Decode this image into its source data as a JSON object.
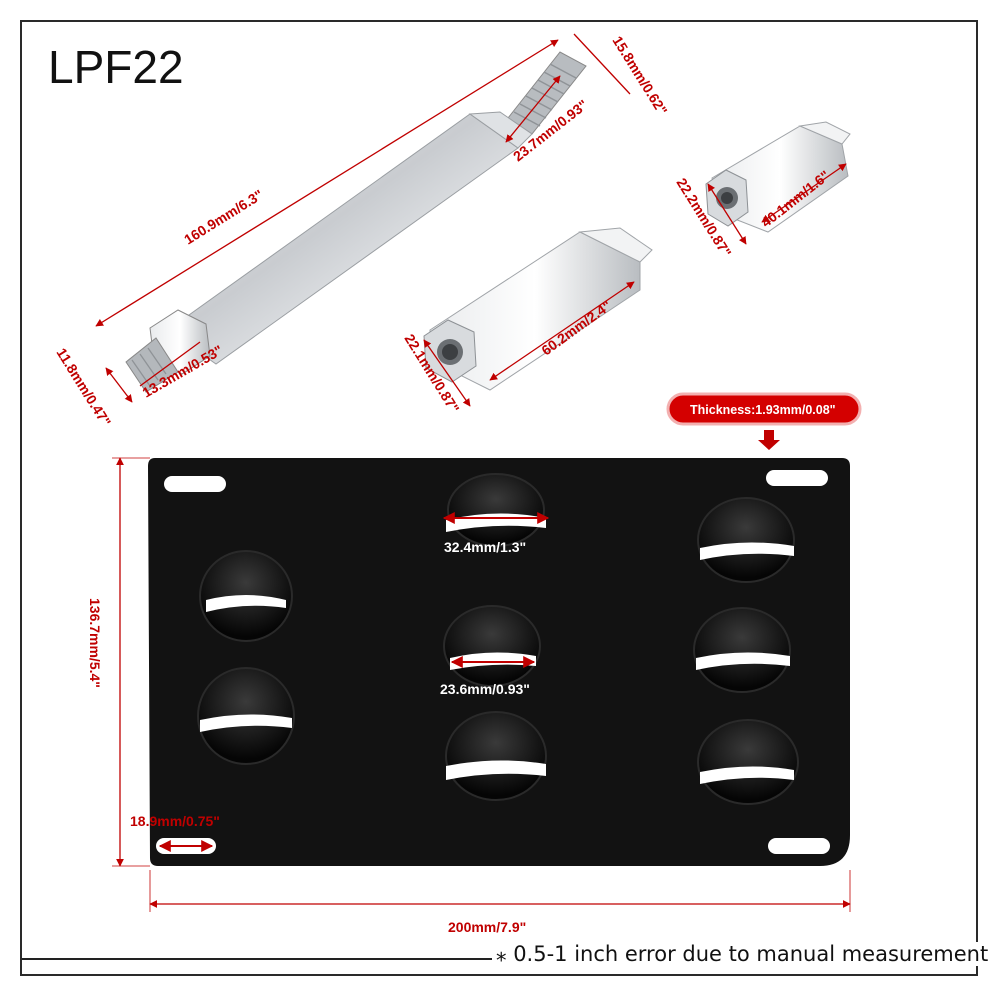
{
  "title": "LPF22",
  "badge": {
    "text": "Thickness:1.93mm/0.08\"",
    "color": "#d40000"
  },
  "dimensions": {
    "rod_length": "160.9mm/6.3\"",
    "thread_top_dia": "15.8mm/0.62\"",
    "thread_top_len": "23.7mm/0.93\"",
    "thread_bottom_dia": "11.8mm/0.47\"",
    "thread_bottom_len": "13.3mm/0.53\"",
    "spacer_small_len": "40.1mm/1.6\"",
    "spacer_small_width": "22.2mm/0.87\"",
    "spacer_large_len": "60.2mm/2.4\"",
    "spacer_large_width": "22.1mm/0.87\"",
    "plate_height": "136.7mm/5.4\"",
    "plate_width": "200mm/7.9\"",
    "slot_top": "32.4mm/1.3\"",
    "slot_mid": "23.6mm/0.93\"",
    "slot_corner": "18.9mm/0.75\""
  },
  "note": "0.5-1 inch error due to manual measurement",
  "colors": {
    "dimension": "#c00000",
    "plate": "#111111",
    "metal": "#c8ccd0"
  }
}
